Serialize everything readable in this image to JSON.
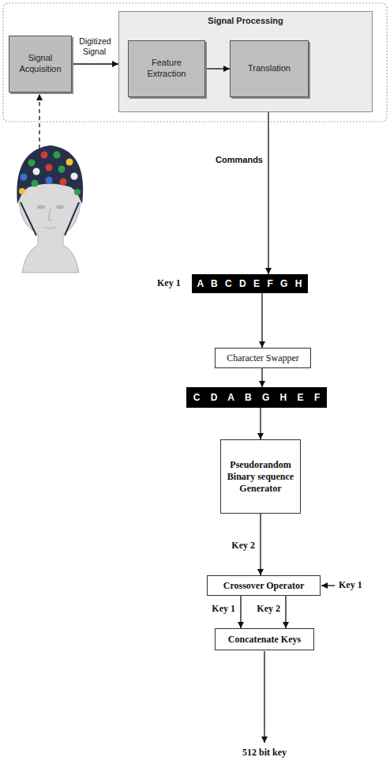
{
  "diagram": {
    "nodes": [
      {
        "text": [
          "Signal Acquisition"
        ]
      },
      {
        "text": [
          "Signal Processing"
        ]
      },
      {
        "text": [
          "Feature Extraction"
        ],
        "in": 1
      },
      {
        "text": [
          "Translation"
        ],
        "in": 1
      },
      {
        "text": [
          "A B C D E F G H"
        ]
      },
      {
        "text": [
          "Character Swapper"
        ]
      },
      {
        "text": [
          "C D A B G H E F"
        ]
      },
      {
        "text": [
          "Pseudorandom Binary sequence Generator"
        ]
      },
      {
        "text": [
          "Crossover Operator"
        ]
      },
      {
        "text": [
          "Concatenate Keys"
        ]
      }
    ],
    "edges": [
      {
        "from": 0,
        "to": 1,
        "label": "Digitized Signal",
        "arrow": "to"
      },
      {
        "from": 2,
        "to": 3,
        "arrow": "to"
      },
      {
        "from": 1,
        "to": 4,
        "label": "Commands",
        "arrow": "to"
      },
      {
        "from": 4,
        "to": 5,
        "arrow": "to"
      },
      {
        "from": 5,
        "to": 6,
        "arrow": "to"
      },
      {
        "from": 6,
        "to": 7,
        "arrow": "to"
      },
      {
        "from": 7,
        "to": 8,
        "label": "Key 2",
        "arrow": "to"
      },
      {
        "from": 8,
        "to": 9,
        "label": "Key 1",
        "arrow": "to"
      },
      {
        "from": 8,
        "to": 9,
        "label": "Key 2",
        "arrow": "to"
      }
    ],
    "labels": [
      "Key 1",
      "Key 1",
      "512 bit key"
    ]
  }
}
